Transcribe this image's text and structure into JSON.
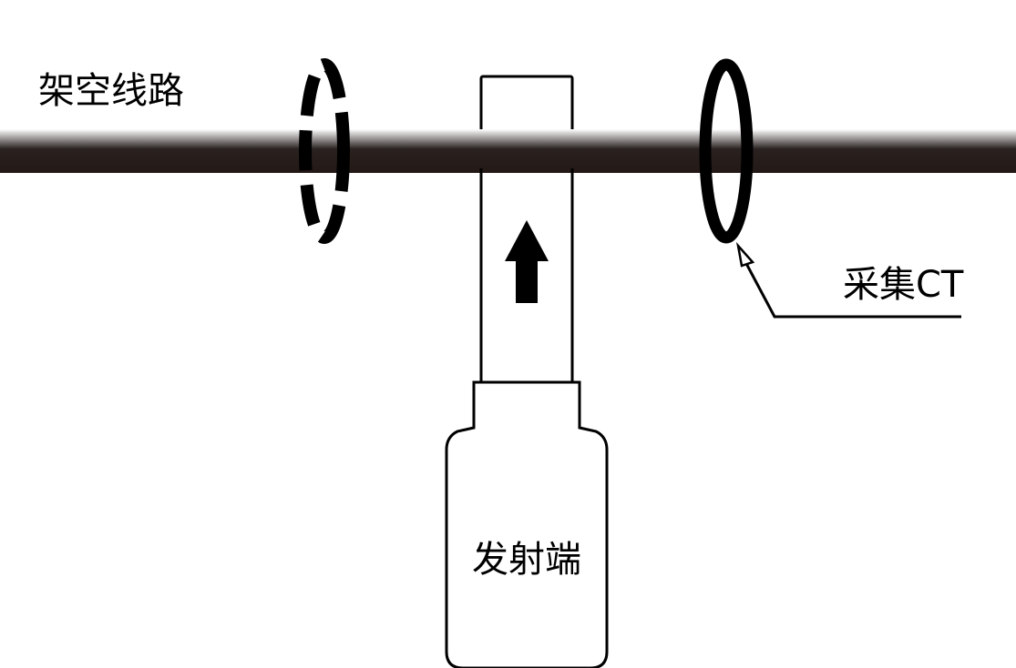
{
  "labels": {
    "overhead_line": "架空线路",
    "collection_ct": "采集CT",
    "transmitter": "发射端"
  },
  "colors": {
    "conductor_dark": "#231815",
    "conductor_light": "#ffffff",
    "stroke": "#000000",
    "background": "#ffffff"
  },
  "icons": {
    "direction_arrow": "arrow-up-icon",
    "leader_arrow": "arrow-head-icon"
  }
}
